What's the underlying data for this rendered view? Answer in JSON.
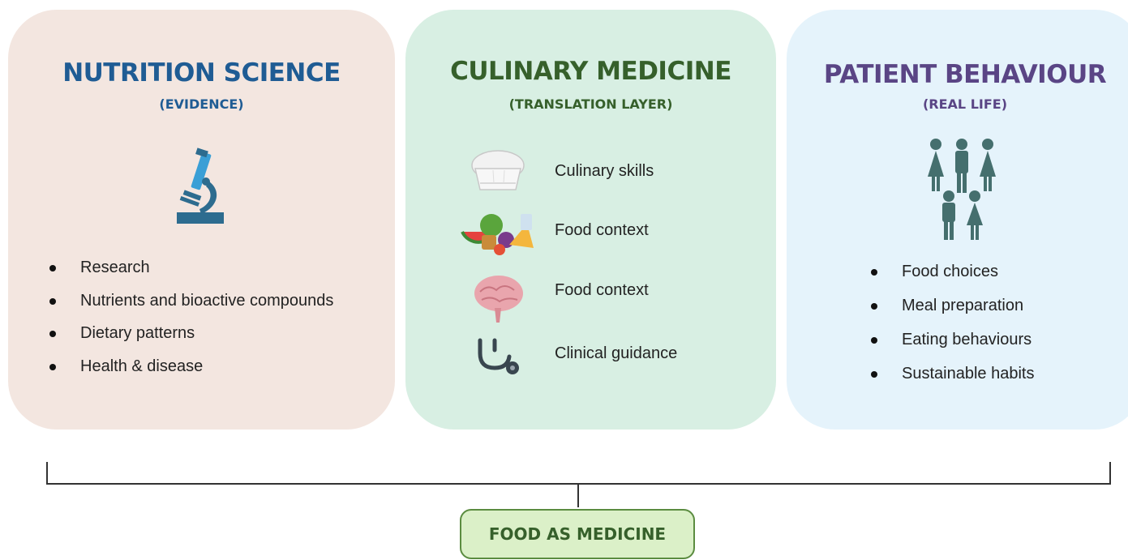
{
  "panels": {
    "science": {
      "title": "NUTRITION SCIENCE",
      "subtitle": "(EVIDENCE)",
      "icon": "microscope-icon",
      "items": [
        "Research",
        "Nutrients and bioactive compounds",
        "Dietary patterns",
        "Health & disease"
      ]
    },
    "culinary": {
      "title": "CULINARY MEDICINE",
      "subtitle": "(TRANSLATION LAYER)",
      "items": [
        {
          "label": "Culinary skills",
          "icon": "chef-hat-icon"
        },
        {
          "label": "Food context",
          "icon": "food-assortment-icon"
        },
        {
          "label": "Food context",
          "icon": "brain-icon"
        },
        {
          "label": "Clinical guidance",
          "icon": "stethoscope-icon"
        }
      ]
    },
    "behaviour": {
      "title": "PATIENT BEHAVIOUR",
      "subtitle": "(REAL LIFE)",
      "icon": "family-people-icon",
      "items": [
        "Food choices",
        "Meal preparation",
        "Eating behaviours",
        "Sustainable habits"
      ]
    }
  },
  "footer": {
    "label": "FOOD AS MEDICINE"
  },
  "colors": {
    "science_bg": "#f3e6e0",
    "culinary_bg": "#d8efe3",
    "behaviour_bg": "#e5f3fb",
    "science_text": "#1f5c94",
    "culinary_text": "#36602b",
    "behaviour_text": "#5a4585",
    "footer_bg": "#dbf0c8",
    "footer_border": "#5b8c40"
  }
}
